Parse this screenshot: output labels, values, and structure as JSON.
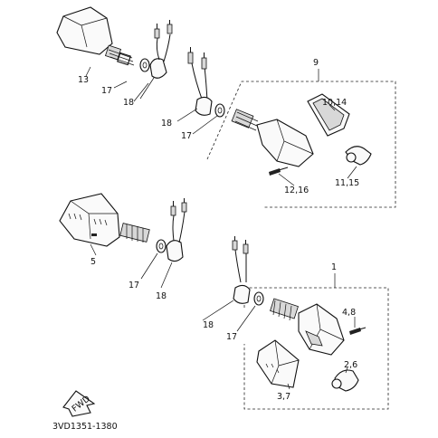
{
  "labels": {
    "p13": "13",
    "p17a": "17",
    "p18a": "18",
    "p9": "9",
    "p10_14": "10,14",
    "p18b": "18",
    "p17b": "17",
    "p11_15": "11,15",
    "p12_16": "12,16",
    "p5": "5",
    "p17c": "17",
    "p18c": "18",
    "p1": "1",
    "p4_8": "4,8",
    "p18d": "18",
    "p17d": "17",
    "p2_6": "2,6",
    "p3_7": "3,7",
    "fwd": "FWD",
    "drawing_code": "3VD1351-1380"
  }
}
